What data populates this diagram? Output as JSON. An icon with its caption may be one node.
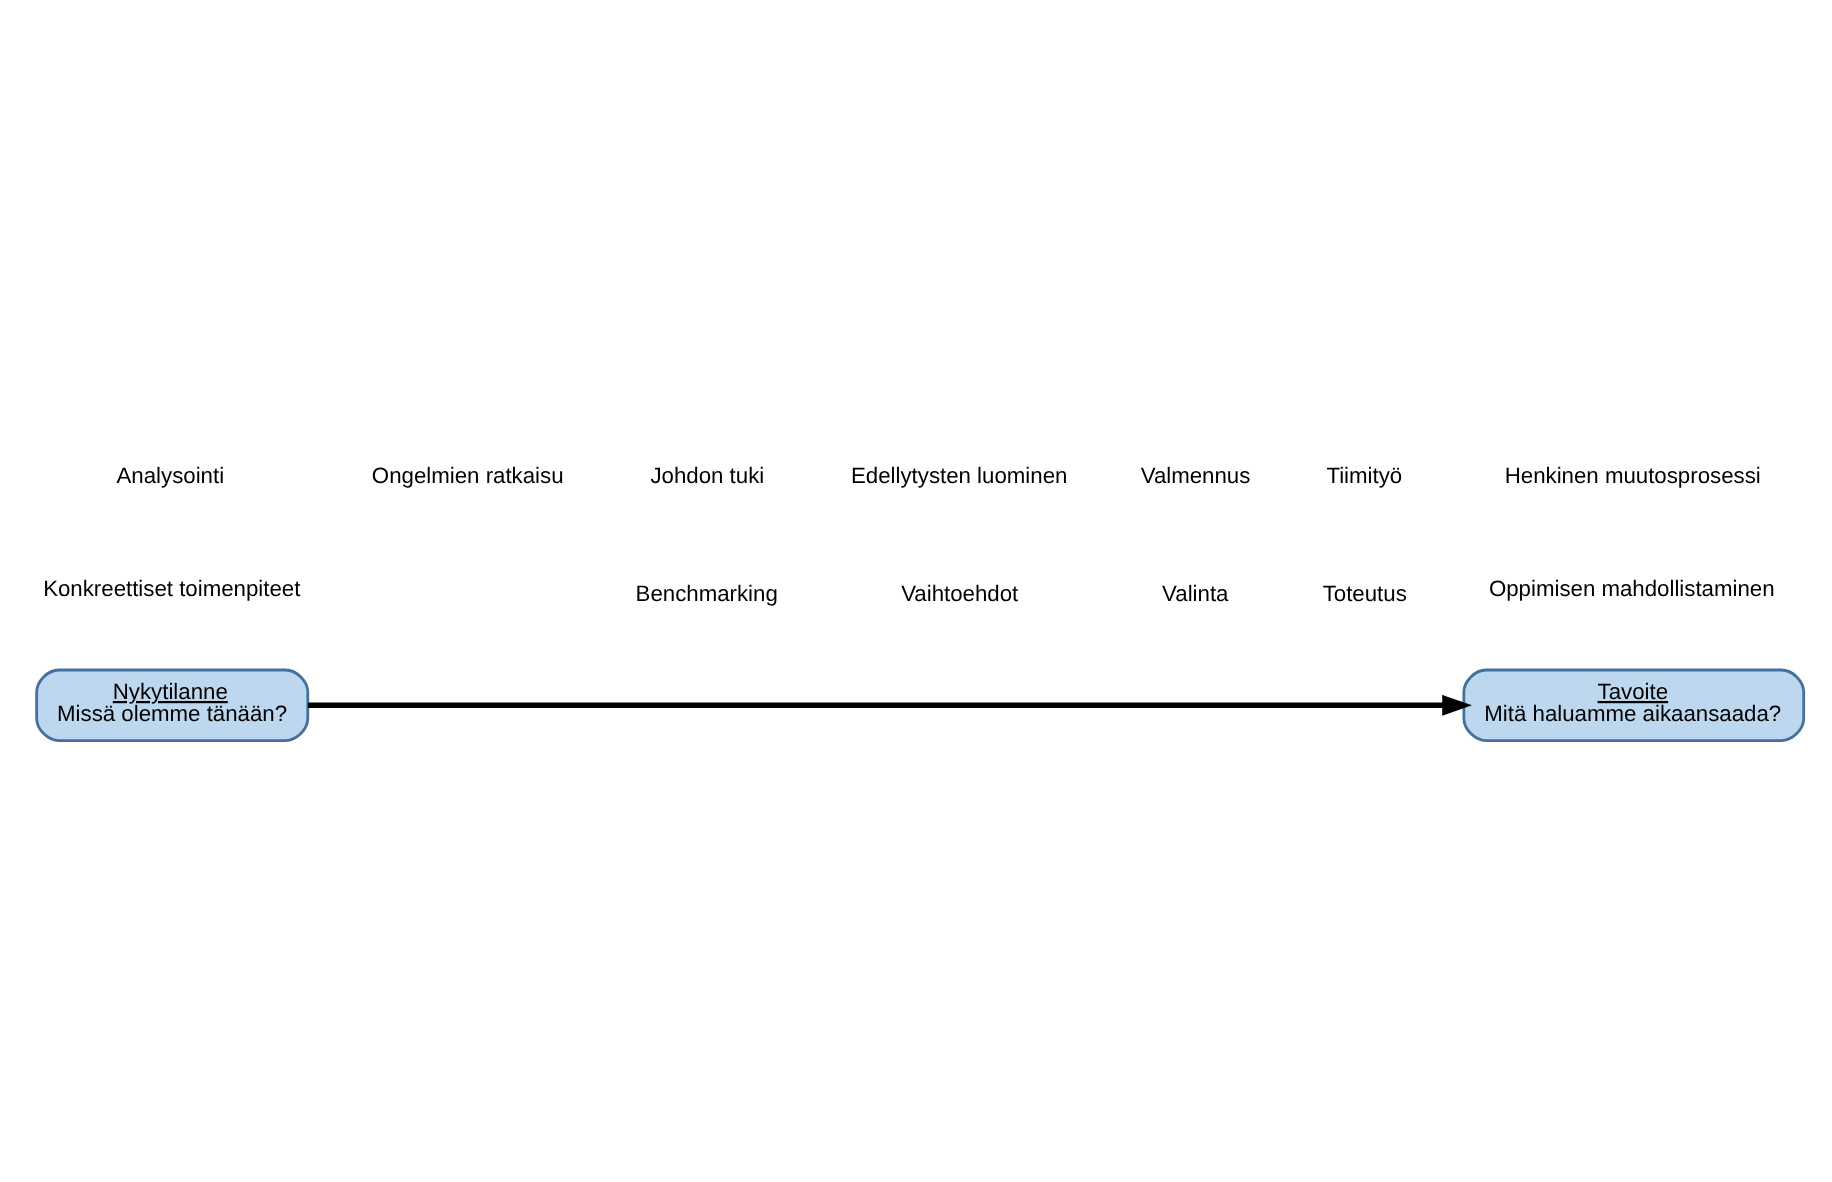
{
  "diagram": {
    "nodes": [
      {
        "text": [
          "Nykytilanne",
          "Missä olemme tänään?"
        ]
      },
      {
        "text": [
          "Tavoite",
          "Mitä haluamme aikaansaada?"
        ]
      }
    ],
    "edges": [
      {
        "from": 0,
        "to": 1,
        "arrow": "to"
      }
    ],
    "labels": [
      "Konkreettiset toimenpiteet",
      "Toteutus",
      "Valinta",
      "Oppimisen mahdollistaminen",
      "Vaihtoehdot",
      "Benchmarking",
      "Tiimityö",
      "Ongelmien ratkaisu",
      "Valmennus",
      "Analysointi",
      "Edellytysten luominen",
      "Johdon tuki",
      "Henkinen muutosprosessi"
    ]
  }
}
